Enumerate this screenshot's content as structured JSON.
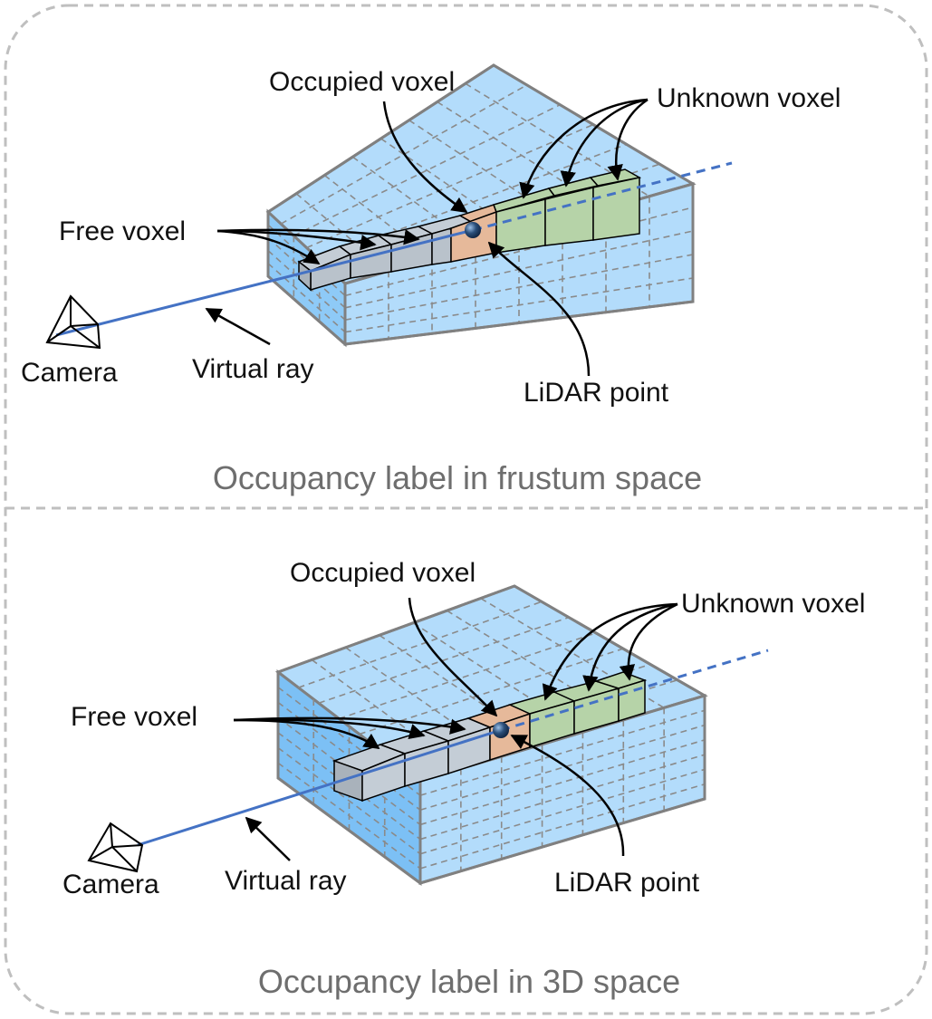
{
  "colors": {
    "box_fill": "#b3dcfb",
    "box_side": "#8ecaf7",
    "box_side_3d": "#7cc0f5",
    "grid_line": "#8a8a8a",
    "free_voxel": "#c4cdd6",
    "occupied_voxel": "#e6b99a",
    "unknown_voxel": "#b6d3a8",
    "ray": "#4472c4",
    "lidar_point": "#2b4f7a",
    "caption": "#6e6e6e",
    "border": "#bfbfbf"
  },
  "panels": [
    {
      "id": "frustum",
      "caption": "Occupancy label in frustum space",
      "labels": {
        "occupied": "Occupied voxel",
        "unknown": "Unknown voxel",
        "free": "Free voxel",
        "camera": "Camera",
        "ray": "Virtual ray",
        "lidar": "LiDAR point"
      }
    },
    {
      "id": "space3d",
      "caption": "Occupancy label in 3D space",
      "labels": {
        "occupied": "Occupied voxel",
        "unknown": "Unknown voxel",
        "free": "Free voxel",
        "camera": "Camera",
        "ray": "Virtual ray",
        "lidar": "LiDAR point"
      }
    }
  ]
}
